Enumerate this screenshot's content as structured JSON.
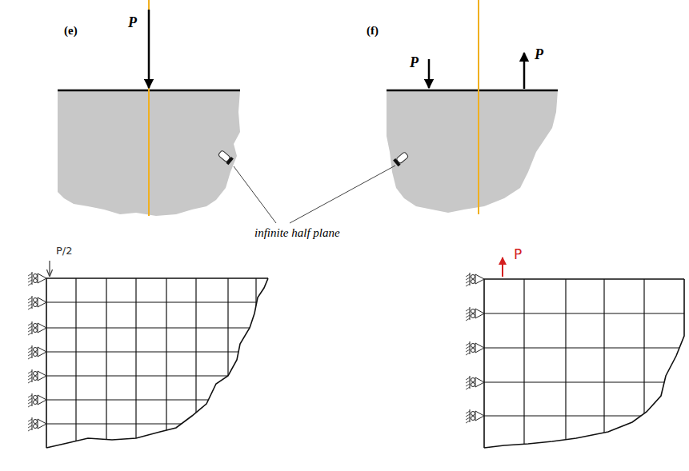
{
  "diagram": {
    "labels": [
      "(e)",
      "P",
      "(f)",
      "P",
      "P",
      "infinite half plane",
      "P/2",
      "P"
    ]
  }
}
